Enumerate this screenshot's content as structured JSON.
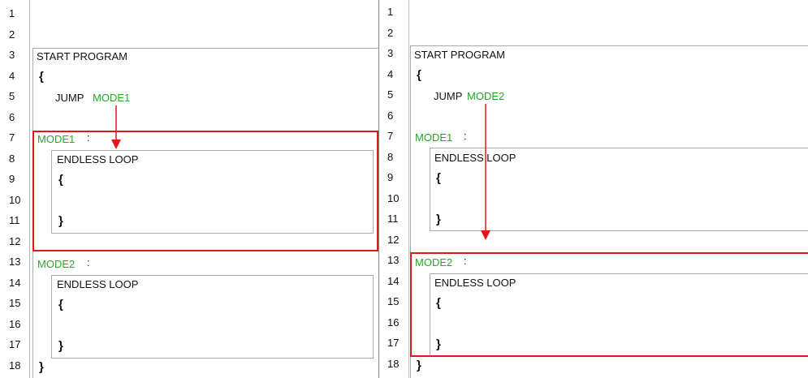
{
  "line_numbers": [
    "1",
    "2",
    "3",
    "4",
    "5",
    "6",
    "7",
    "8",
    "9",
    "10",
    "11",
    "12",
    "13",
    "14",
    "15",
    "16",
    "17",
    "18"
  ],
  "left": {
    "start_program": "START PROGRAM",
    "open_brace": "{",
    "jump_keyword": "JUMP",
    "jump_target": "MODE1",
    "mode1_label": "MODE1",
    "mode1_colon": ":",
    "mode1_loop": "ENDLESS LOOP",
    "mode1_open": "{",
    "mode1_close": "}",
    "mode2_label": "MODE2",
    "mode2_colon": ":",
    "mode2_loop": "ENDLESS LOOP",
    "mode2_open": "{",
    "mode2_close": "}",
    "close_brace": "}"
  },
  "right": {
    "start_program": "START PROGRAM",
    "open_brace": "{",
    "jump_keyword": "JUMP",
    "jump_target": "MODE2",
    "mode1_label": "MODE1",
    "mode1_colon": ":",
    "mode1_loop": "ENDLESS LOOP",
    "mode1_open": "{",
    "mode1_close": "}",
    "mode2_label": "MODE2",
    "mode2_colon": ":",
    "mode2_loop": "ENDLESS LOOP",
    "mode2_open": "{",
    "mode2_close": "}",
    "close_brace": "}"
  },
  "colors": {
    "label": "#2aa52a",
    "highlight": "#e01818",
    "box_border": "#a9a9a9"
  }
}
